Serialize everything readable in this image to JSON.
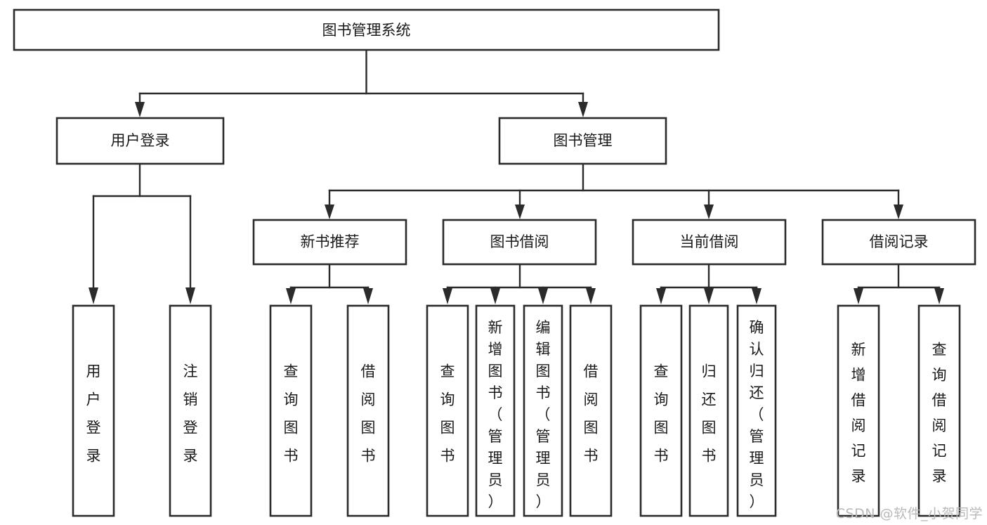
{
  "diagram": {
    "title": "图书管理系统",
    "type": "tree-hierarchy-chart",
    "orientation": "top-down",
    "colors": {
      "box_stroke": "#2b2b2b",
      "box_fill": "#ffffff",
      "connector": "#2b2b2b",
      "text": "#1a1a1a",
      "background": "#ffffff",
      "watermark": "#b9b9b9"
    },
    "root": {
      "id": "root",
      "label": "图书管理系统",
      "orientation": "horizontal"
    },
    "level2": [
      {
        "id": "user-login",
        "label": "用户登录",
        "orientation": "horizontal"
      },
      {
        "id": "book-management",
        "label": "图书管理",
        "orientation": "horizontal"
      }
    ],
    "level3": [
      {
        "id": "new-book-recommend",
        "label": "新书推荐",
        "orientation": "horizontal",
        "parent": "book-management"
      },
      {
        "id": "book-borrow",
        "label": "图书借阅",
        "orientation": "horizontal",
        "parent": "book-management"
      },
      {
        "id": "current-borrow",
        "label": "当前借阅",
        "orientation": "horizontal",
        "parent": "book-management"
      },
      {
        "id": "borrow-record",
        "label": "借阅记录",
        "orientation": "horizontal",
        "parent": "book-management"
      }
    ],
    "leaves": [
      {
        "id": "leaf-user-login",
        "label": "用户登录",
        "parent": "user-login",
        "orientation": "vertical"
      },
      {
        "id": "leaf-user-logout",
        "label": "注销登录",
        "parent": "user-login",
        "orientation": "vertical"
      },
      {
        "id": "leaf-query-book-1",
        "label": "查询图书",
        "parent": "new-book-recommend",
        "orientation": "vertical"
      },
      {
        "id": "leaf-borrow-book-1",
        "label": "借阅图书",
        "parent": "new-book-recommend",
        "orientation": "vertical"
      },
      {
        "id": "leaf-query-book-2",
        "label": "查询图书",
        "parent": "book-borrow",
        "orientation": "vertical"
      },
      {
        "id": "leaf-add-book",
        "label": "新增图书（管理员）",
        "parent": "book-borrow",
        "orientation": "vertical"
      },
      {
        "id": "leaf-edit-book",
        "label": "编辑图书（管理员）",
        "parent": "book-borrow",
        "orientation": "vertical"
      },
      {
        "id": "leaf-borrow-book-2",
        "label": "借阅图书",
        "parent": "book-borrow",
        "orientation": "vertical"
      },
      {
        "id": "leaf-query-book-3",
        "label": "查询图书",
        "parent": "current-borrow",
        "orientation": "vertical"
      },
      {
        "id": "leaf-return-book",
        "label": "归还图书",
        "parent": "current-borrow",
        "orientation": "vertical"
      },
      {
        "id": "leaf-confirm-return",
        "label": "确认归还（管理员）",
        "parent": "current-borrow",
        "orientation": "vertical"
      },
      {
        "id": "leaf-add-record",
        "label": "新增借阅记录",
        "parent": "borrow-record",
        "orientation": "vertical"
      },
      {
        "id": "leaf-query-record",
        "label": "查询借阅记录",
        "parent": "borrow-record",
        "orientation": "vertical"
      }
    ]
  },
  "watermark": {
    "text": "CSDN @软件_小贺同学"
  }
}
